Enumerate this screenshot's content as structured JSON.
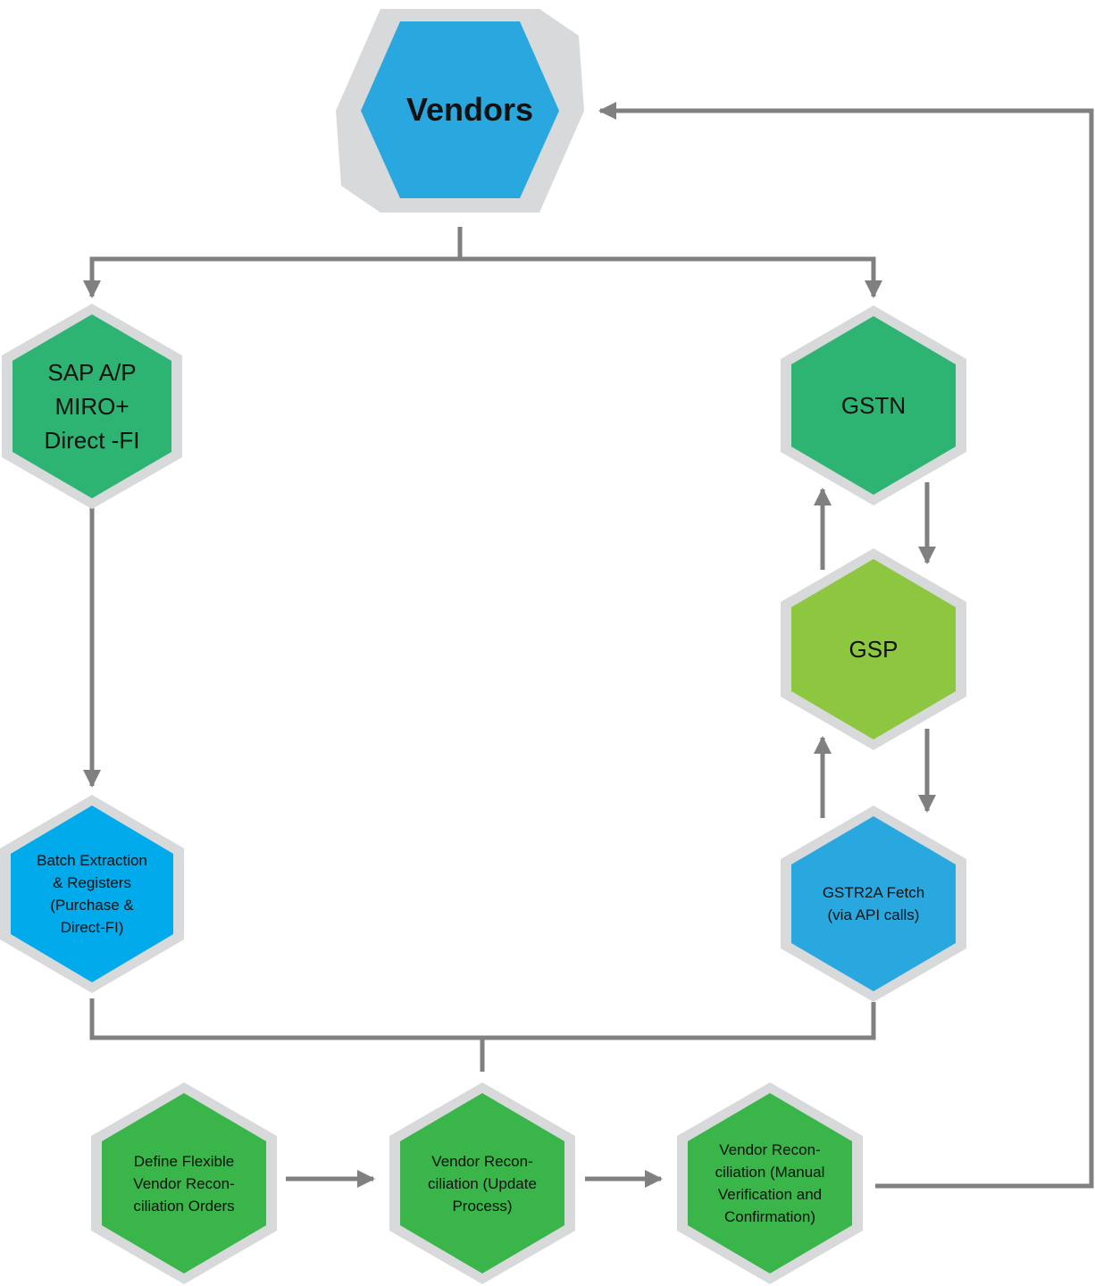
{
  "diagram": {
    "nodes": {
      "vendors": {
        "label": "Vendors",
        "color": "#29a8e0"
      },
      "sap": {
        "label": "SAP A/P\nMIRO+\nDirect -FI",
        "color": "#2db472"
      },
      "gstn": {
        "label": "GSTN",
        "color": "#2db472"
      },
      "gsp": {
        "label": "GSP",
        "color": "#8dc63f"
      },
      "batch": {
        "label": "Batch Extraction\n& Registers\n(Purchase &\nDirect-FI)",
        "color": "#00aaeb"
      },
      "gstr2a": {
        "label": "GSTR2A Fetch\n(via API calls)",
        "color": "#29a8e0"
      },
      "define": {
        "label": "Define Flexible\nVendor Recon-\nciliation Orders",
        "color": "#39b54a"
      },
      "update": {
        "label": "Vendor Recon-\nciliation (Update\nProcess)",
        "color": "#39b54a"
      },
      "manual": {
        "label": "Vendor Recon-\nciliation (Manual\nVerification and\nConfirmation)",
        "color": "#39b54a"
      }
    },
    "colors": {
      "outline": "#d7d9db",
      "connector": "#808080"
    }
  }
}
